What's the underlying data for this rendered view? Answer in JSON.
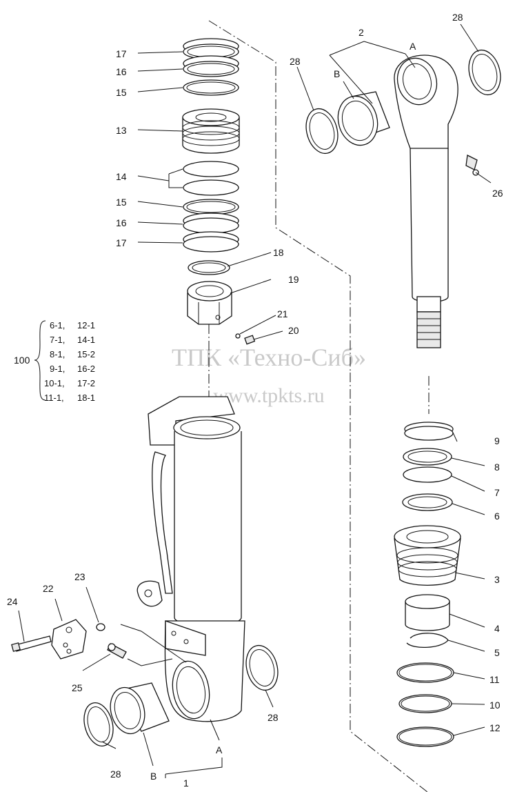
{
  "labels": {
    "p1": "1",
    "p2": "2",
    "p3": "3",
    "p4": "4",
    "p5": "5",
    "p6": "6",
    "p7": "7",
    "p8": "8",
    "p9": "9",
    "p10": "10",
    "p11": "11",
    "p12": "12",
    "p13": "13",
    "p14": "14",
    "p15": "15",
    "p16": "16",
    "p17": "17",
    "p18": "18",
    "p19": "19",
    "p20": "20",
    "p21": "21",
    "p22": "22",
    "p23": "23",
    "p24": "24",
    "p25": "25",
    "p26": "26",
    "p28": "28",
    "A": "A",
    "B": "B"
  },
  "kit": {
    "number": "100",
    "col1": [
      "6-1,",
      "7-1,",
      "8-1,",
      "9-1,",
      "10-1,",
      "11-1,"
    ],
    "col2": [
      "12-1",
      "14-1",
      "15-2",
      "16-2",
      "17-2",
      "18-1"
    ]
  },
  "watermark": {
    "line1": "ТПК «Техно-Сиб»",
    "line2": "www.tpkts.ru"
  }
}
